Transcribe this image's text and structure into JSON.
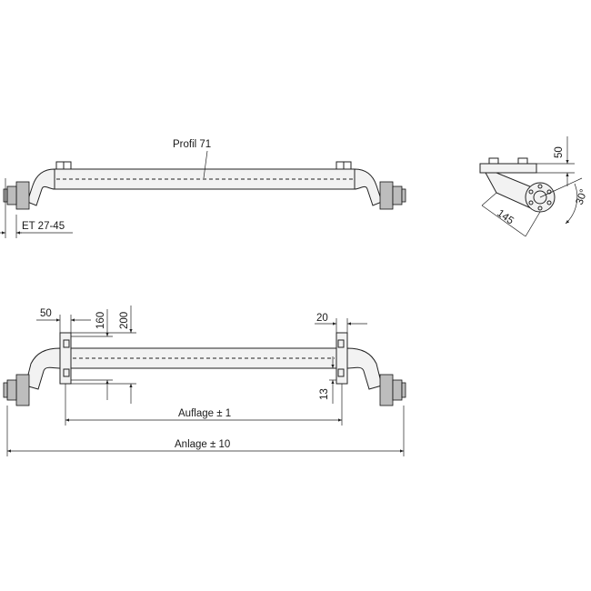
{
  "labels": {
    "profile": "Profil 71",
    "et": "ET 27-45",
    "dim_50_side": "50",
    "dim_30deg": "30°",
    "dim_145": "145",
    "dim_50_bottom": "50",
    "dim_160": "160",
    "dim_200": "200",
    "dim_20": "20",
    "dim_13": "13",
    "auflage": "Auflage  ± 1",
    "anlage": "Anlage  ± 10"
  }
}
